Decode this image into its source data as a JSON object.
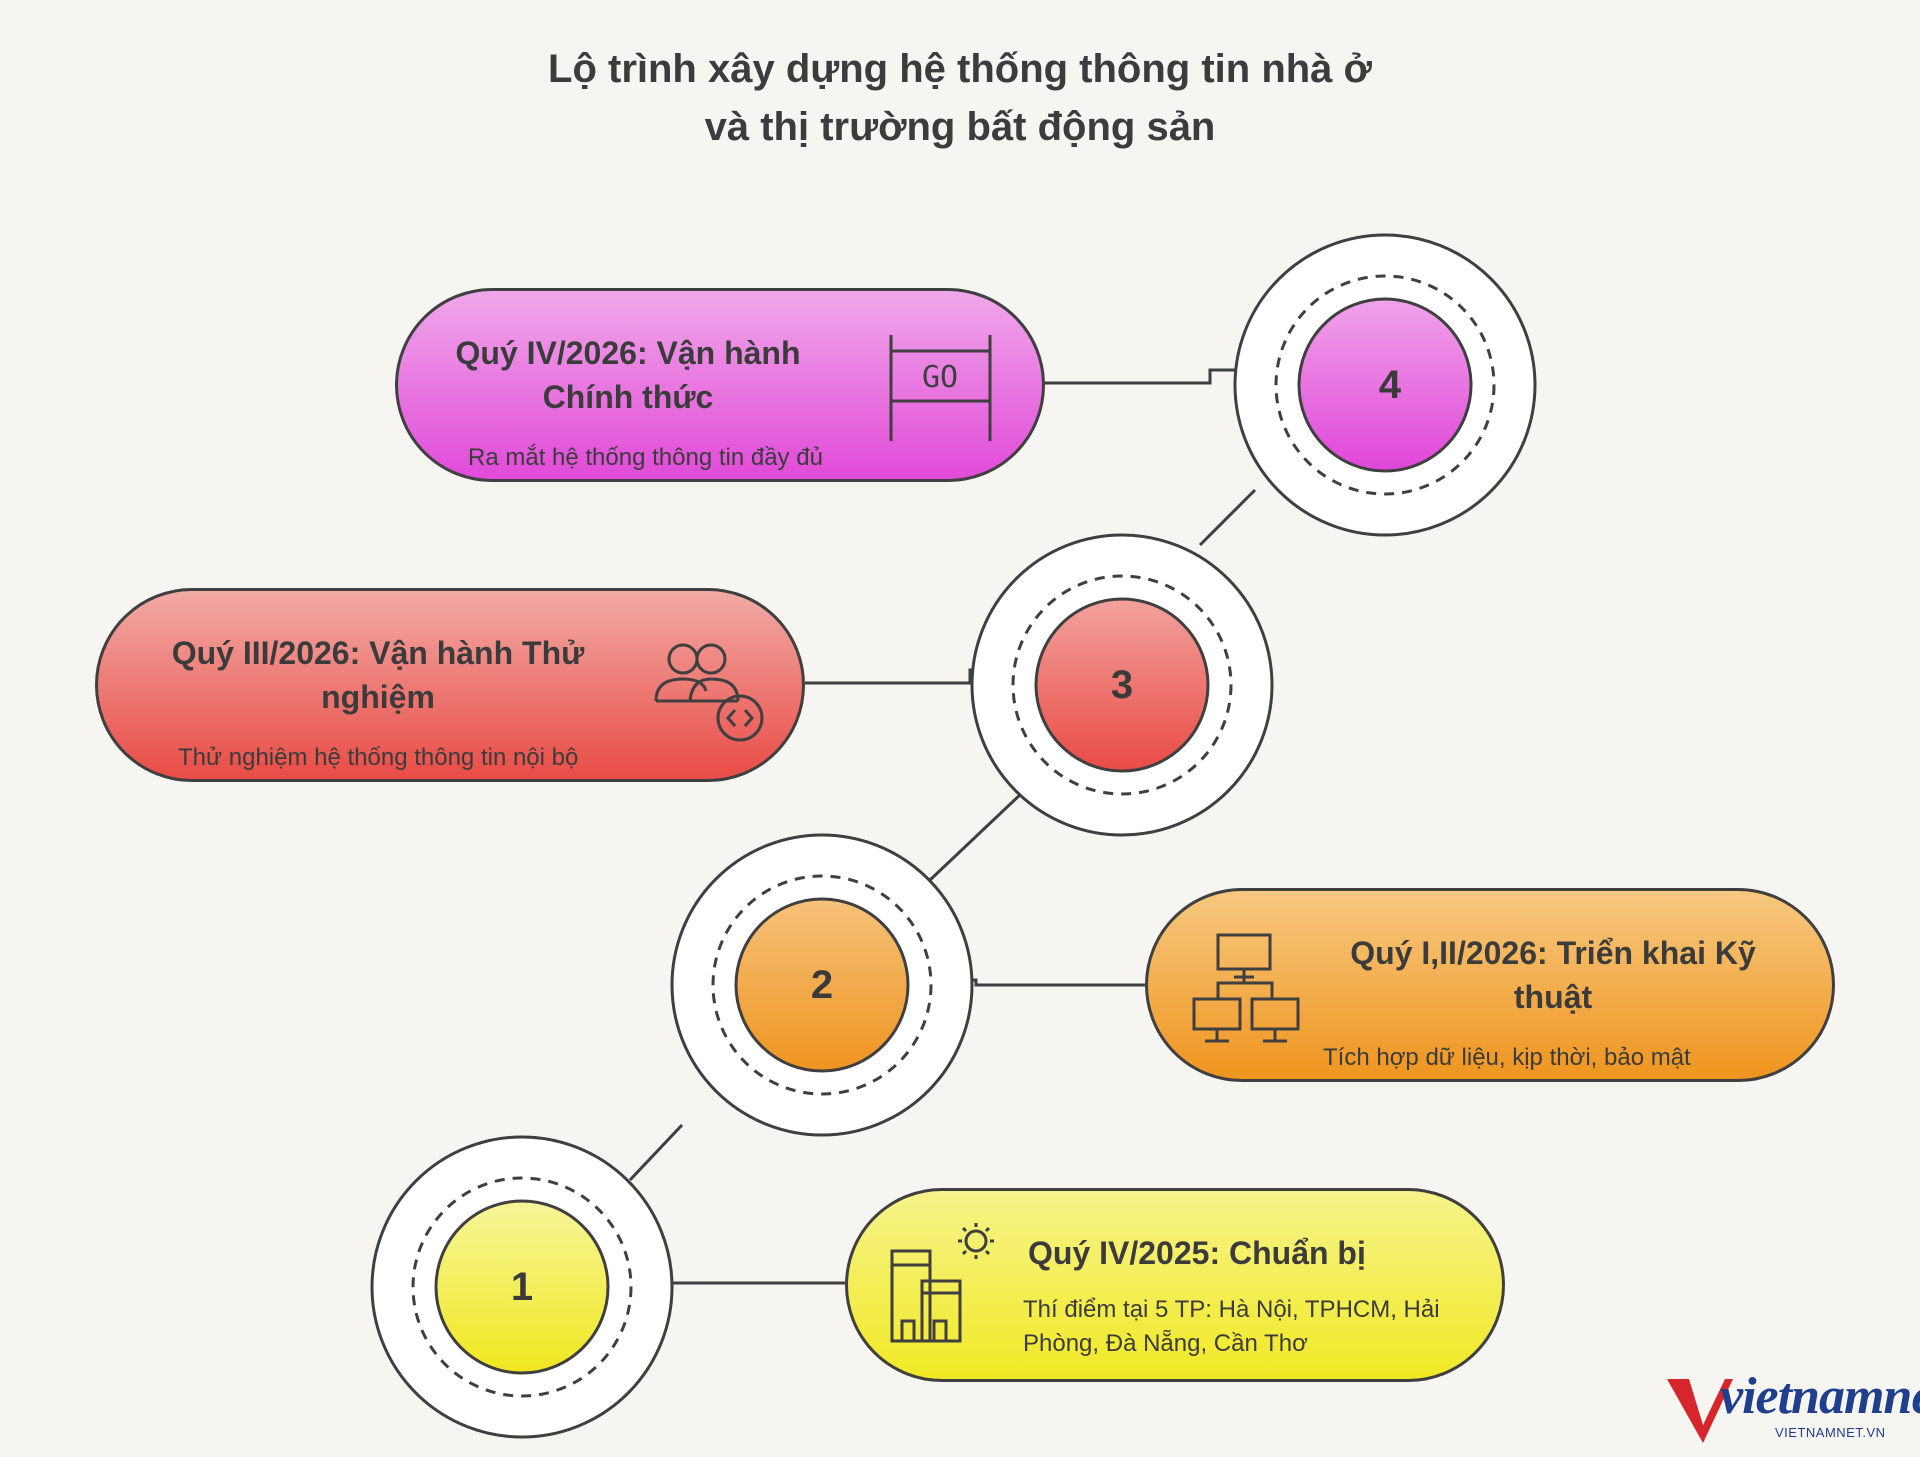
{
  "title": {
    "line1": "Lộ trình xây dựng hệ thống thông tin nhà ở",
    "line2": "và thị trường bất động sản"
  },
  "colors": {
    "stage4": "#e35fdc",
    "stage3": "#eb5c57",
    "stage2": "#f2a232",
    "stage1": "#f2ec3a",
    "outline": "#3f3f3f",
    "background": "#f6f5f1"
  },
  "stages": [
    {
      "number": "4",
      "title": "Quý IV/2026: Vận hành Chính thức",
      "description": "Ra mắt hệ thống thông tin đầy đủ",
      "icon": "go-sign-icon"
    },
    {
      "number": "3",
      "title": "Quý III/2026: Vận hành Thử nghiệm",
      "description": "Thử nghiệm hệ thống thông tin nội bộ",
      "icon": "users-code-icon"
    },
    {
      "number": "2",
      "title": "Quý I,II/2026: Triển khai Kỹ thuật",
      "description": "Tích hợp dữ liệu, kịp thời, bảo mật",
      "icon": "network-computers-icon"
    },
    {
      "number": "1",
      "title": "Quý IV/2025: Chuẩn bị",
      "description": "Thí điểm tại 5 TP: Hà Nội, TPHCM, Hải Phòng, Đà Nẵng, Cần Thơ",
      "icon": "city-sun-icon"
    }
  ],
  "icons": {
    "go_sign_text": "GO"
  },
  "logo": {
    "brand": "vietnamnet",
    "domain": "VIETNAMNET.VN"
  }
}
